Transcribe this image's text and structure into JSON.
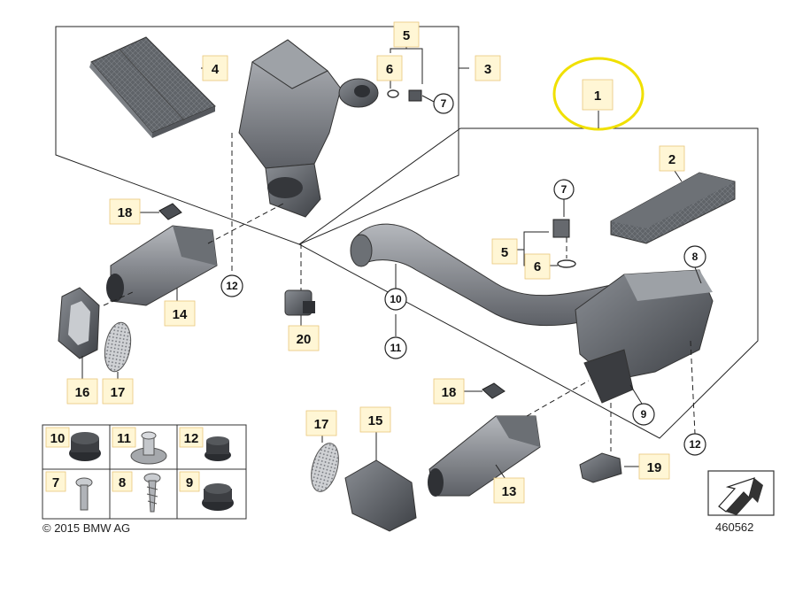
{
  "labels": {
    "l1": "1",
    "l2": "2",
    "l3": "3",
    "l4": "4",
    "l5a": "5",
    "l5b": "5",
    "l6a": "6",
    "l6b": "6",
    "l7a": "7",
    "l7b": "7",
    "l8": "8",
    "l9": "9",
    "l10a": "10",
    "l10b": "10",
    "l11": "11",
    "l12a": "12",
    "l12b": "12",
    "l13": "13",
    "l14": "14",
    "l15": "15",
    "l16": "16",
    "l17a": "17",
    "l17b": "17",
    "l18a": "18",
    "l18b": "18",
    "l19": "19",
    "l20": "20"
  },
  "legend": {
    "c10": "10",
    "c11": "11",
    "c12": "12",
    "c7": "7",
    "c8": "8",
    "c9": "9"
  },
  "footer": {
    "copyright": "© 2015 BMW AG",
    "image_number": "460562"
  },
  "colors": {
    "highlight_ring": "#f0e000",
    "label_tag": "#fff6d5",
    "part_dark": "#4a4d52",
    "part_mid": "#7a7e84",
    "part_light": "#a9acb1"
  }
}
